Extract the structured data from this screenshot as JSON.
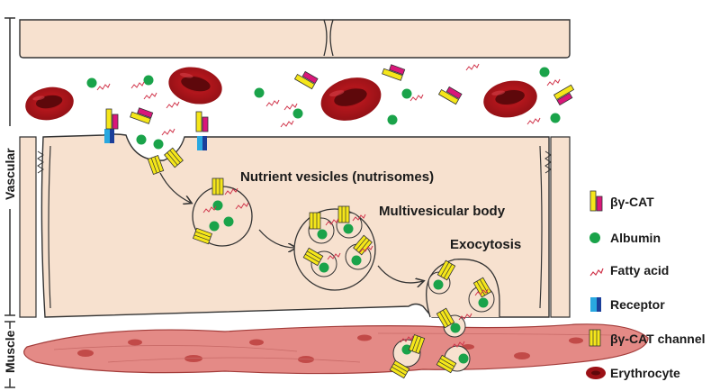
{
  "side_labels": {
    "vascular": "Vascular",
    "muscle": "Muscle"
  },
  "steps": {
    "nutrient_vesicles": "Nutrient vesicles (nutrisomes)",
    "multivesicular_body": "Multivesicular body",
    "exocytosis": "Exocytosis"
  },
  "legend": [
    {
      "key": "bgcat",
      "label": "βγ-CAT",
      "icon": "bgcat-icon"
    },
    {
      "key": "albumin",
      "label": "Albumin",
      "icon": "albumin-icon"
    },
    {
      "key": "fatty_acid",
      "label": "Fatty acid",
      "icon": "fatty-acid-icon"
    },
    {
      "key": "receptor",
      "label": "Receptor",
      "icon": "receptor-icon"
    },
    {
      "key": "channel",
      "label": "βγ-CAT channel",
      "icon": "bgcat-channel-icon"
    },
    {
      "key": "erythrocyte",
      "label": "Erythrocyte",
      "icon": "erythrocyte-icon"
    }
  ],
  "colors": {
    "cell_fill": "#f7e1cf",
    "outline": "#333333",
    "albumin": "#1aa34a",
    "bgcat_yellow": "#f5e61a",
    "bgcat_magenta": "#d9177a",
    "receptor_light": "#29a8e0",
    "receptor_dark": "#1b3f9a",
    "fatty_acid": "#d0344a",
    "erythrocyte": "#9b1116",
    "muscle": "#e48a86",
    "muscle_spot": "#c24a48"
  }
}
